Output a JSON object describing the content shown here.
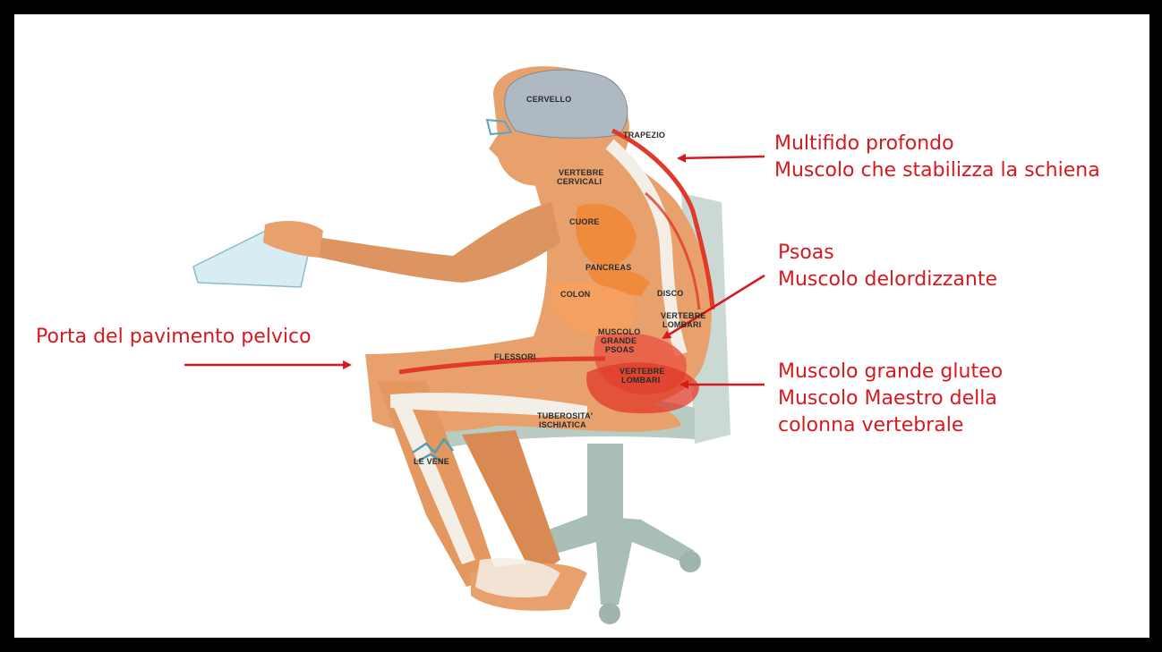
{
  "colors": {
    "annotation": "#d7191f",
    "skin": "#e8a06c",
    "skin_shadow": "#c97c48",
    "bone": "#f3efe6",
    "muscle": "#e03a2a",
    "organ": "#f08a3c",
    "chair": "#b8ccc4",
    "brain": "#aeb9c4",
    "vein": "#4fa0b0",
    "background": "#ffffff",
    "frame": "#000000"
  },
  "annotations": {
    "multifido": {
      "line1": "Multifido profondo",
      "line2": "Muscolo che stabilizza la schiena"
    },
    "psoas": {
      "line1": "Psoas",
      "line2": "Muscolo delordizzante"
    },
    "pelvic": {
      "line1": "Porta del pavimento pelvico"
    },
    "gluteo": {
      "line1": "Muscolo grande gluteo",
      "line2": "Muscolo Maestro della",
      "line3": "colonna vertebrale"
    }
  },
  "labels": {
    "cervello": "CERVELLO",
    "trapezio": "TRAPEZIO",
    "vertebre_cervicali_1": "VERTEBRE",
    "vertebre_cervicali_2": "CERVICALI",
    "cuore": "CUORE",
    "pancreas": "PANCREAS",
    "colon": "COLON",
    "disco": "DISCO",
    "vertebre_lombari_1": "VERTEBRE",
    "vertebre_lombari_2": "LOMBARI",
    "muscolo_1": "MUSCOLO",
    "muscolo_2": "GRANDE",
    "muscolo_3": "PSOAS",
    "flessori": "FLESSORI",
    "vertebre_lombari_b_1": "VERTEBRE",
    "vertebre_lombari_b_2": "LOMBARI",
    "tuberosita_1": "TUBEROSITA'",
    "tuberosita_2": "ISCHIATICA",
    "le_vene": "LE VENE"
  }
}
